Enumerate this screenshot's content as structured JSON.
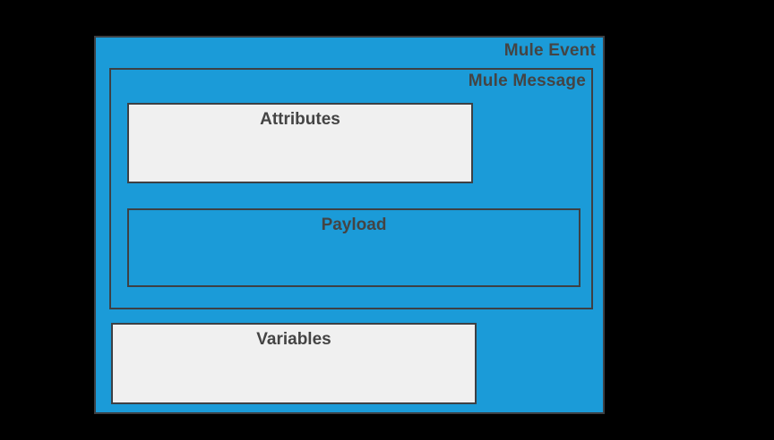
{
  "diagram": {
    "background_color": "#000000",
    "accent_color": "#1b9bd8",
    "panel_color": "#f0f0f0",
    "border_color": "#3d4044",
    "text_color": "#444444",
    "mule_event": {
      "label": "Mule Event",
      "mule_message": {
        "label": "Mule Message",
        "attributes": {
          "label": "Attributes"
        },
        "payload": {
          "label": "Payload"
        }
      },
      "variables": {
        "label": "Variables"
      }
    }
  }
}
